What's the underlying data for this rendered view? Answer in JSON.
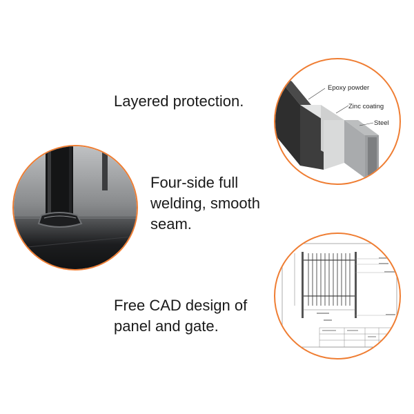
{
  "features": [
    {
      "lines": [
        "Layered protection."
      ]
    },
    {
      "lines": [
        "Four-side full",
        "welding, smooth",
        "seam."
      ]
    },
    {
      "lines": [
        "Free CAD design of",
        "panel and gate."
      ]
    }
  ],
  "layer_labels": [
    "Epoxy powder",
    "Zinc coating",
    "Steel"
  ],
  "colors": {
    "accent_border": "#ef7d32",
    "text": "#1a1a1a",
    "epoxy_layer": "#3a3a3a",
    "zinc_layer": "#cfd0d0",
    "steel_layer": "#a9abad"
  },
  "icons": [
    "square-tube-layers-illustration",
    "welded-post-photo",
    "cad-drawing-illustration"
  ]
}
